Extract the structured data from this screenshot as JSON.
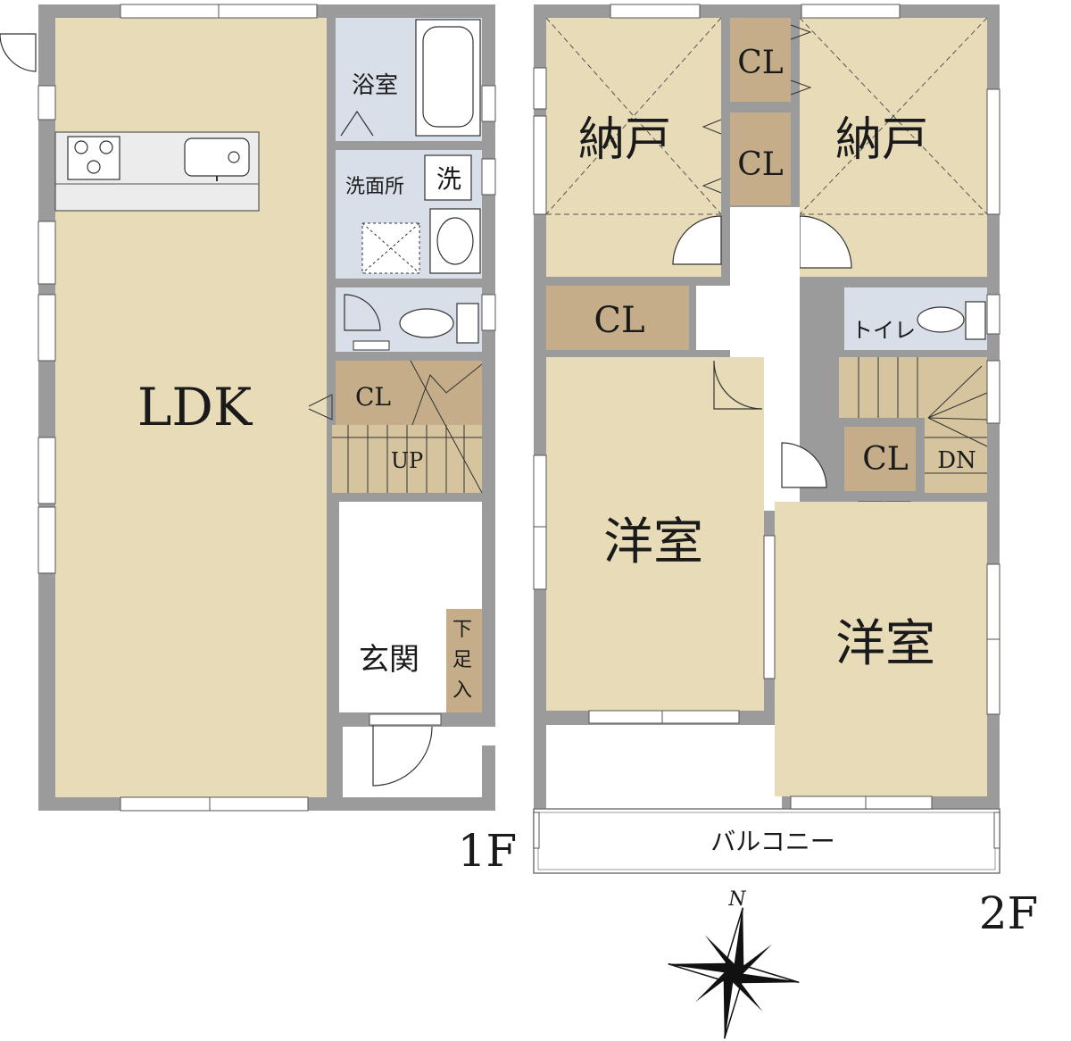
{
  "floors": {
    "first": {
      "label": "1F"
    },
    "second": {
      "label": "2F"
    }
  },
  "rooms": {
    "ldk": "LDK",
    "bath": "浴室",
    "washroom": "洗面所",
    "washer": "洗",
    "closet_1f": "CL",
    "stairs_up": "UP",
    "entrance": "玄関",
    "shoe_storage": [
      "下",
      "足",
      "入"
    ],
    "storage_left": "納戸",
    "storage_right": "納戸",
    "closet_top": "CL",
    "closet_mid": "CL",
    "closet_left": "CL",
    "toilet_2f": "トイレ",
    "stairs_down": "DN",
    "closet_stair": "CL",
    "western_left": "洋室",
    "western_right": "洋室",
    "balcony": "バルコニー"
  },
  "compass": {
    "north": "N"
  },
  "colors": {
    "wall": "#9b9b9b",
    "room_tan": "#e7dbb8",
    "closet": "#c4ad88",
    "wet_area": "#d9dfe8",
    "line": "#333333"
  }
}
